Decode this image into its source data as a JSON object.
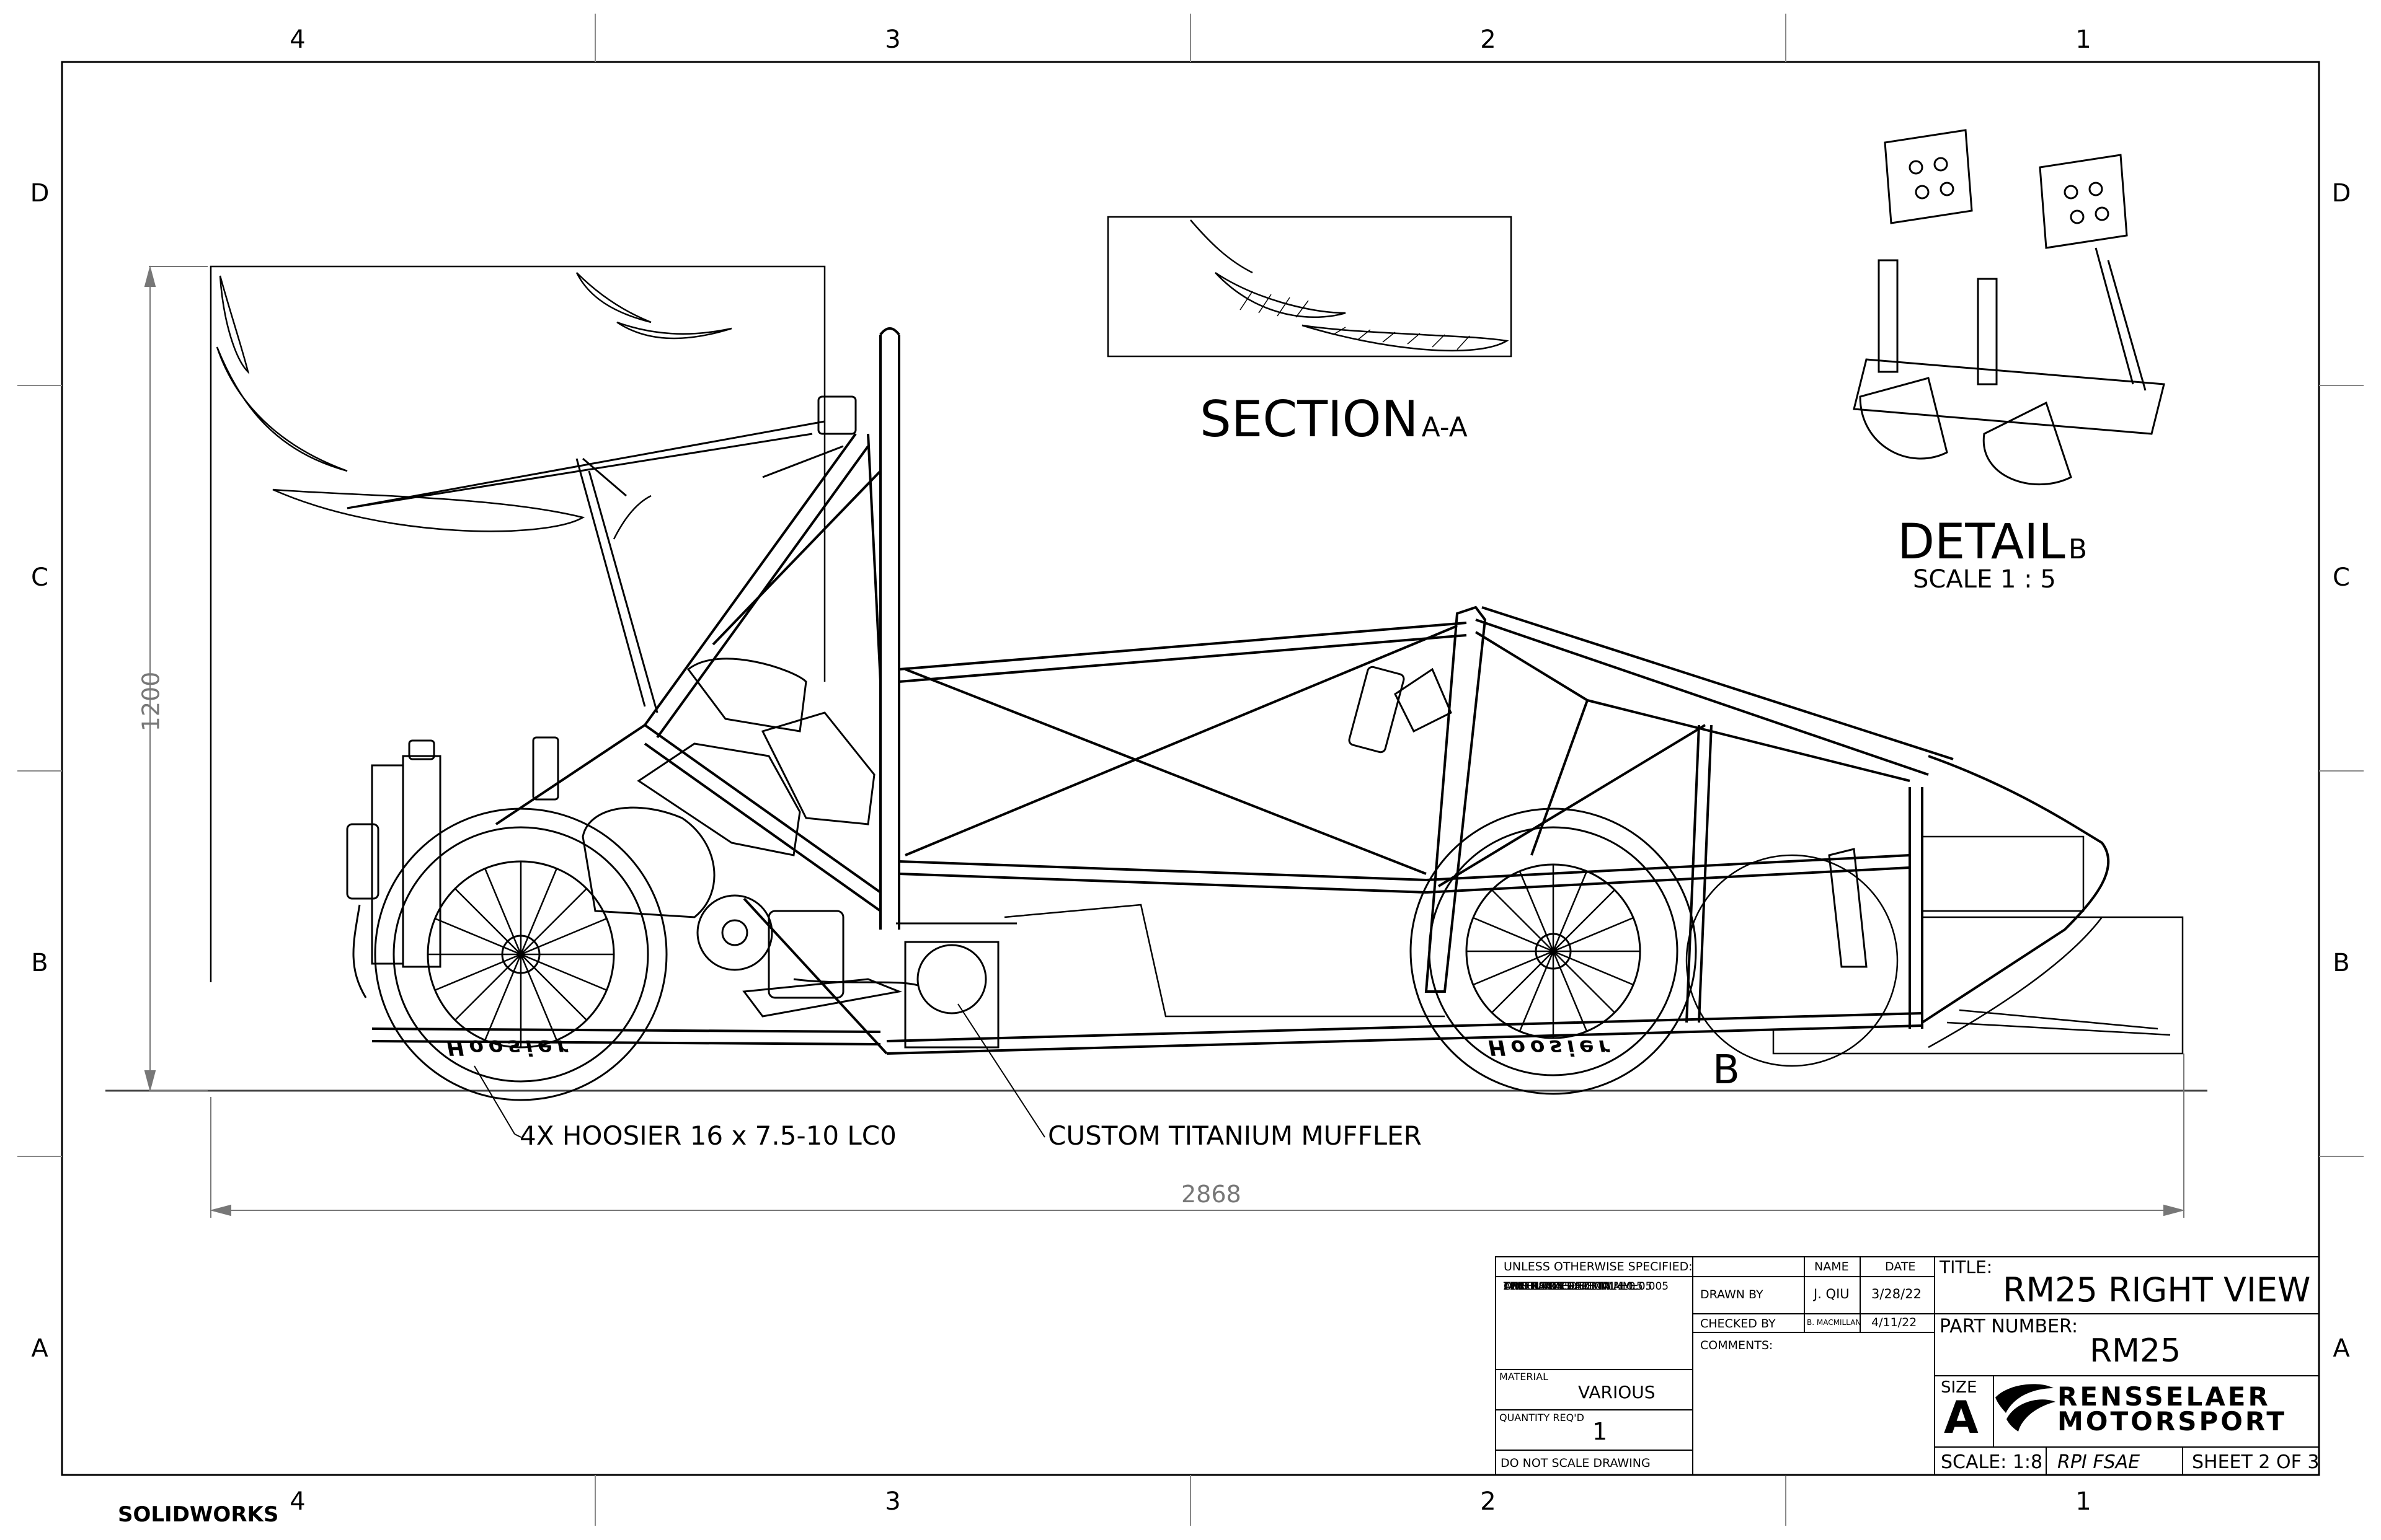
{
  "zones": {
    "columns": [
      "4",
      "3",
      "2",
      "1"
    ],
    "rows": [
      "D",
      "C",
      "B",
      "A"
    ]
  },
  "views": {
    "section_label": "SECTION",
    "section_id": "A-A",
    "detail_label": "DETAIL",
    "detail_id": "B",
    "detail_scale": "SCALE 1 : 5",
    "detail_marker": "B"
  },
  "callouts": {
    "tires": "4X HOOSIER 16 x 7.5-10 LC0",
    "muffler": "CUSTOM TITANIUM MUFFLER"
  },
  "dimensions": {
    "height": "1200",
    "length": "2868"
  },
  "tire_text": "Hoosier",
  "title_block": {
    "tolerances_heading": "UNLESS OTHERWISE SPECIFIED:",
    "tolerance_lines": [
      "DIMENSIONS ARE IN MM",
      "TOLERANCES:",
      "ONE PLACE DECIMAL ±0.5",
      "TWO PLACE DECIMAL  ±0.05",
      "THREE PLACE DECIMAL  ±0.005",
      "ANGULAR  ±0.5°"
    ],
    "material_label": "MATERIAL",
    "material_value": "VARIOUS",
    "quantity_label": "QUANTITY REQ'D",
    "quantity_value": "1",
    "no_scale": "DO NOT SCALE DRAWING",
    "name_header": "NAME",
    "date_header": "DATE",
    "drawn_by_label": "DRAWN BY",
    "drawn_by_name": "J. QIU",
    "drawn_by_date": "3/28/22",
    "checked_by_label": "CHECKED BY",
    "checked_by_name": "B. MACMILLAN",
    "checked_by_date": "4/11/22",
    "comments_label": "COMMENTS:",
    "title_label": "TITLE:",
    "title_value": "RM25 RIGHT VIEW",
    "part_number_label": "PART NUMBER:",
    "part_number_value": "RM25",
    "size_label": "SIZE",
    "size_value": "A",
    "logo_line1": "RENSSELAER",
    "logo_line2": "MOTORSPORT",
    "scale_value": "SCALE: 1:8",
    "org_value": "RPI FSAE",
    "sheet_value": "SHEET 2 OF 3"
  },
  "software": "SOLIDWORKS"
}
